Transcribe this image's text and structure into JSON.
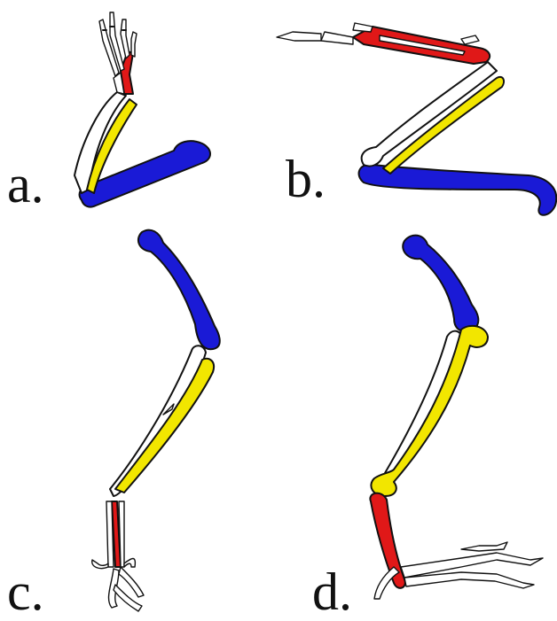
{
  "panels": [
    {
      "id": "a",
      "label": "a."
    },
    {
      "id": "b",
      "label": "b."
    },
    {
      "id": "c",
      "label": "c."
    },
    {
      "id": "d",
      "label": "d."
    }
  ],
  "colors": {
    "blue": "#1a1ad6",
    "yellow": "#f2e600",
    "red": "#e01818",
    "white": "#ffffff",
    "outline": "#111111"
  }
}
